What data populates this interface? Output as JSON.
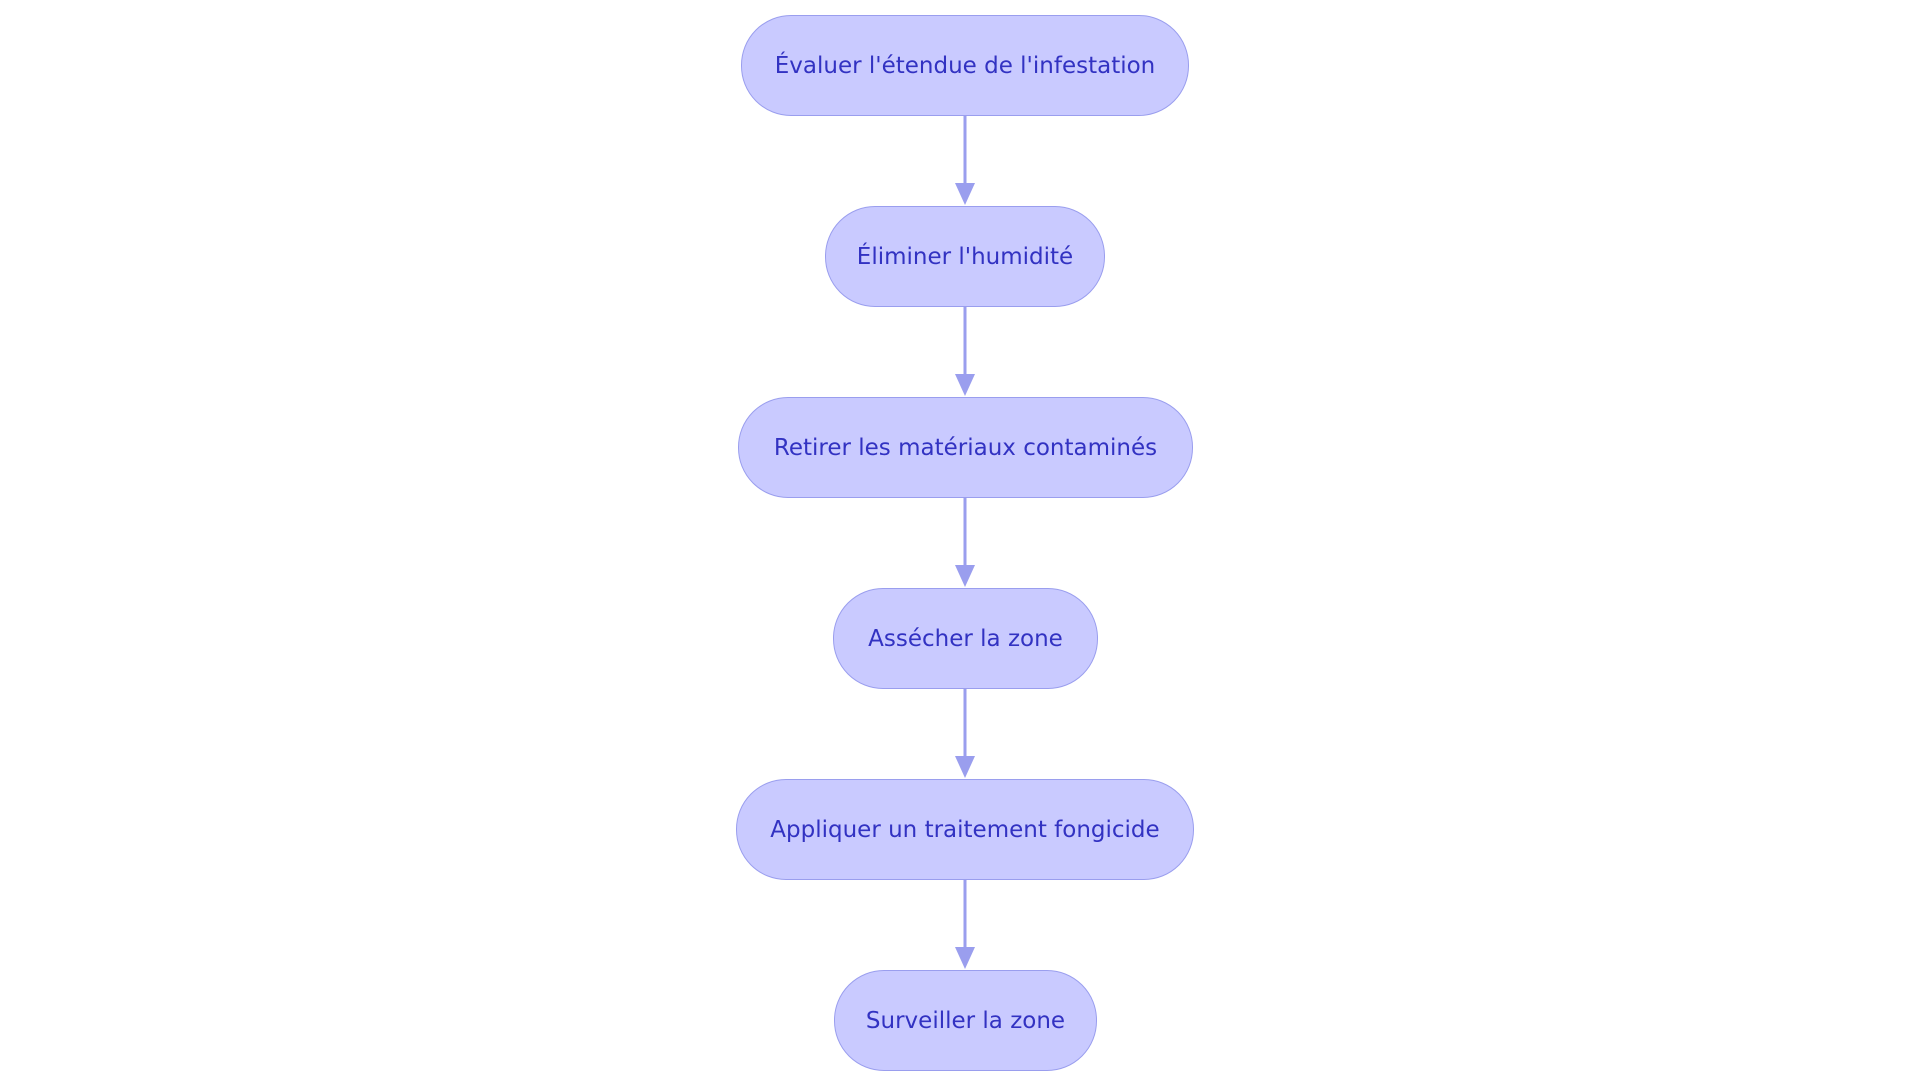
{
  "colors": {
    "node_fill": "#c9caff",
    "node_border": "#9a9eee",
    "node_text": "#3232c2",
    "arrow": "#9a9eee",
    "background": "#ffffff"
  },
  "nodes": [
    {
      "label": "Évaluer l'étendue de l'infestation"
    },
    {
      "label": "Éliminer l'humidité"
    },
    {
      "label": "Retirer les matériaux contaminés"
    },
    {
      "label": "Assécher la zone"
    },
    {
      "label": "Appliquer un traitement fongicide"
    },
    {
      "label": "Surveiller la zone"
    }
  ]
}
